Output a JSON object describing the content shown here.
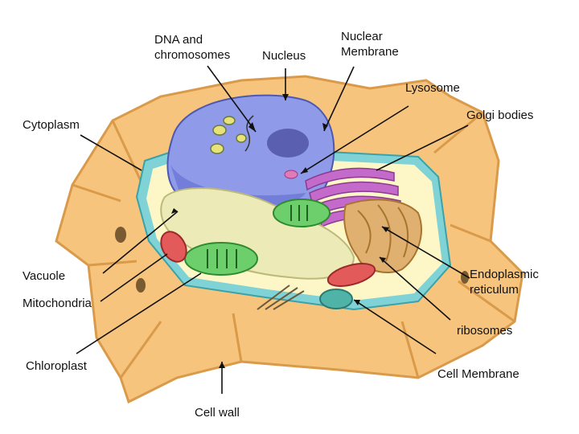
{
  "labels": {
    "dna": "DNA and\nchromosomes",
    "nucleus": "Nucleus",
    "nuclear_membrane": "Nuclear\nMembrane",
    "lysosome": "Lysosome",
    "golgi": "Golgi bodies",
    "cytoplasm": "Cytoplasm",
    "vacuole": "Vacuole",
    "mitochondria": "Mitochondria",
    "chloroplast": "Chloroplast",
    "cell_wall": "Cell wall",
    "er": "Endoplasmic\nreticulum",
    "ribosomes": "ribosomes",
    "cell_membrane": "Cell Membrane"
  },
  "colors": {
    "cell_wall": "#f7c47e",
    "cell_wall_edge": "#d99a4a",
    "membrane": "#7fd3d6",
    "cytoplasm": "#fdf7c8",
    "nucleus": "#8f9be8",
    "nucleolus": "#5a5fb0",
    "vacuole": "#ecebb8",
    "chloroplast": "#6ccf6c",
    "mitochondria": "#e35a5a",
    "golgi": "#c46acb",
    "er": "#d9a65a"
  }
}
